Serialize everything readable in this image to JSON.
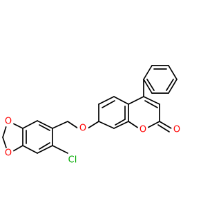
{
  "molecule": {
    "colors": {
      "carbon": "#000000",
      "oxygen": "#ff0000",
      "chlorine": "#00aa00"
    },
    "atom_labels": {
      "ether_o": "O",
      "dioxole_o_upper": "O",
      "dioxole_o_lower": "O",
      "ring_o": "O",
      "carbonyl_o": "O",
      "chlorine": "Cl"
    }
  }
}
